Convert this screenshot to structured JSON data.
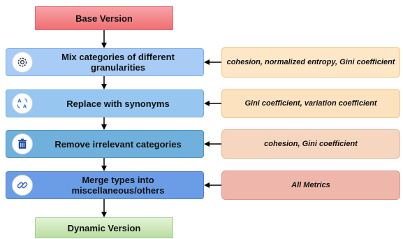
{
  "base_label": "Base Version",
  "dynamic_label": "Dynamic Version",
  "steps": [
    {
      "label": "Mix categories of different granularities",
      "icon": "gear-icon",
      "metrics": "cohesion, normalized entropy, Gini coefficient"
    },
    {
      "label": "Replace with synonyms",
      "icon": "translate-icon",
      "metrics": "Gini coefficient, variation coefficient"
    },
    {
      "label": "Remove irrelevant categories",
      "icon": "trash-icon",
      "metrics": "cohesion, Gini coefficient"
    },
    {
      "label": "Merge types into miscellaneous/others",
      "icon": "link-icon",
      "metrics": "All Metrics"
    }
  ],
  "colors": {
    "base_top": "#f7a3a6",
    "base_bottom": "#ef6f73",
    "dynamic_top": "#e3f3d6",
    "dynamic_bottom": "#b9dea2",
    "step1": "#a8ccf6",
    "step2": "#97c6f1",
    "step3": "#6fb1dc",
    "step4": "#6b9de6",
    "metric1": "#fde7c6",
    "metric2": "#fde2c0",
    "metric3": "#f7d6bf",
    "metric4": "#efb7ac"
  }
}
